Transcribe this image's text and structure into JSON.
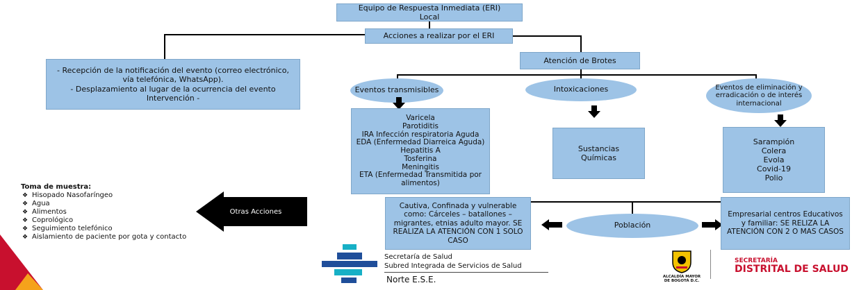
{
  "header": {
    "eri_title": "Equipo de Respuesta Inmediata (ERI)\nLocal",
    "acciones": "Acciones a realizar por el ERI",
    "atencion": "Atención de Brotes"
  },
  "left_box": {
    "text": "- Recepción de la notificación del evento (correo electrónico, vía telefónica, WhatsApp).\n- Desplazamiento al lugar de la ocurrencia del evento\nIntervención -"
  },
  "categories": {
    "transmisibles": "Eventos transmisibles",
    "intoxicaciones": "Intoxicaciones",
    "eliminacion": "Eventos de eliminación y erradicación o de interés internacional"
  },
  "lists": {
    "transmisibles": "Varicela\nParotiditis\nIRA Infección respiratoria Aguda\nEDA (Enfermedad Diarreica Aguda)\nHepatitis A\nTosferina\nMeningitis\nETA (Enfermedad Transmitida por alimentos)",
    "intoxicaciones": "Sustancias Químicas",
    "eliminacion": "Sarampión\nColera\nEvola\nCovid-19\nPolio"
  },
  "poblacion": {
    "label": "Población",
    "left": "Cautiva, Confinada y vulnerable como: Cárceles – batallones – migrantes, etnias adulto mayor. SE REALIZA LA ATENCIÓN CON 1 SOLO CASO",
    "right": "Empresarial centros Educativos y familiar: SE RELIZA LA ATENCIÓN CON 2 O MAS CASOS"
  },
  "otras_acciones": "Otras Acciones",
  "toma_muestra": {
    "title": "Toma de muestra:",
    "items": [
      "Hisopado Nasofaríngeo",
      "Agua",
      "Alimentos",
      "Coprológico",
      "Seguimiento telefónico",
      "Aislamiento de paciente por gota y contacto"
    ]
  },
  "footer": {
    "secretaria": "Secretaría de Salud",
    "subred": "Subred Integrada de Servicios de Salud",
    "norte": "Norte E.S.E.",
    "alcaldia": "ALCALDÍA MAYOR DE BOGOTÁ D.C.",
    "sds_small": "SECRETARÍA",
    "sds_big": "DISTRITAL DE SALUD"
  },
  "colors": {
    "box": "#9dc3e6",
    "brand_red": "#c8102e",
    "brand_orange": "#f5a21b"
  }
}
